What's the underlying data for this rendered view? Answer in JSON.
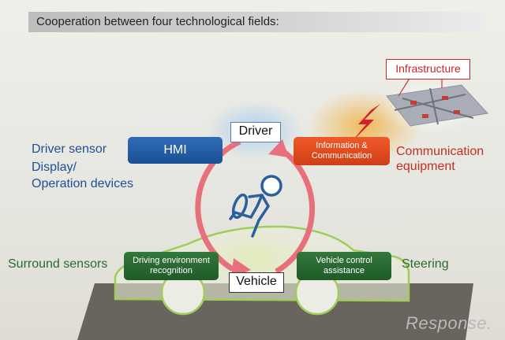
{
  "title": "Cooperation between four technological fields:",
  "nodes": {
    "driver": "Driver",
    "vehicle": "Vehicle",
    "hmi": "HMI",
    "info_comm": "Information & Communication",
    "driving_env": "Driving environment recognition",
    "vehicle_control": "Vehicle control assistance",
    "infrastructure": "Infrastructure"
  },
  "side_labels": {
    "driver_sensor": "Driver sensor",
    "display": "Display/",
    "operation_devices": "Operation devices",
    "comm_equipment_1": "Communication",
    "comm_equipment_2": "equipment",
    "surround_sensors": "Surround sensors",
    "steering": "Steering"
  },
  "watermark": "Response.",
  "colors": {
    "hmi": "#2a64ad",
    "info_comm": "#e24c22",
    "green_boxes": "#2a6c33",
    "cycle_arrows": "#e8707c",
    "car_outline": "#9fcd58",
    "road": "#6a645e"
  },
  "icons": [
    "driver-figure-icon",
    "lightning-icon",
    "infrastructure-map-icon",
    "car-outline-icon"
  ]
}
